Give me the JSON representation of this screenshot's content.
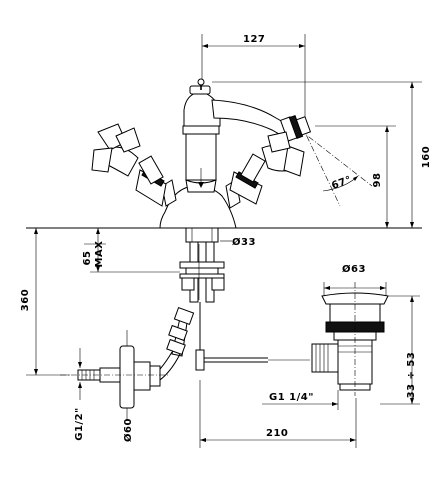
{
  "dimensions": {
    "width_top": "127",
    "height_total": "160",
    "height_spout": "98",
    "angle": "67°",
    "max_65": "65",
    "max_label": "MAX",
    "dia_33": "Ø33",
    "dia_63": "Ø63",
    "height_360": "360",
    "range_33_53": "33 ÷ 53",
    "thread_g114": "G1 1/4\"",
    "thread_g12": "G1/2\"",
    "dia_60": "Ø60",
    "width_210": "210"
  }
}
